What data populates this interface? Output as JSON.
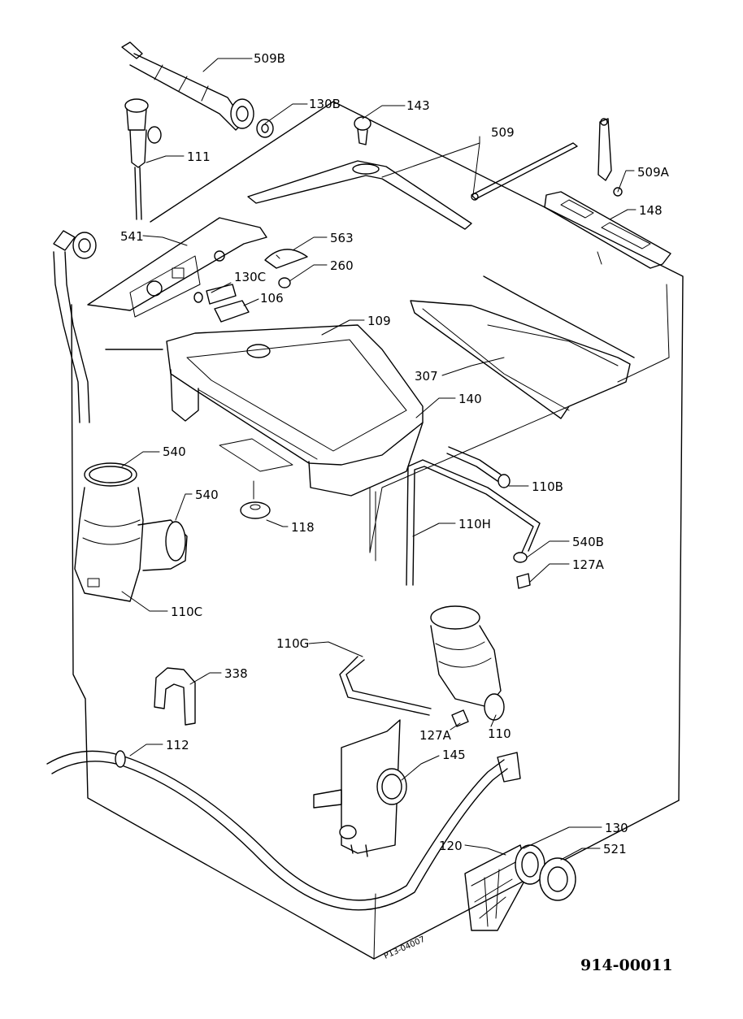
{
  "drawing_ref": "914-00011",
  "corner_code": "P13-04007",
  "labels": {
    "l509b": "509B",
    "l130b": "130B",
    "l143": "143",
    "l509": "509",
    "l111": "111",
    "l509a": "509A",
    "l148": "148",
    "l541": "541",
    "l563": "563",
    "l260": "260",
    "l130c": "130C",
    "l106": "106",
    "l109": "109",
    "l307": "307",
    "l140": "140",
    "l540a": "540",
    "l540b": "540",
    "l110b": "110B",
    "l118": "118",
    "l110h": "110H",
    "l540B": "540B",
    "l127a1": "127A",
    "l110c": "110C",
    "l110g": "110G",
    "l338": "338",
    "l127a2": "127A",
    "l110": "110",
    "l112": "112",
    "l145": "145",
    "l130": "130",
    "l120": "120",
    "l521": "521"
  }
}
